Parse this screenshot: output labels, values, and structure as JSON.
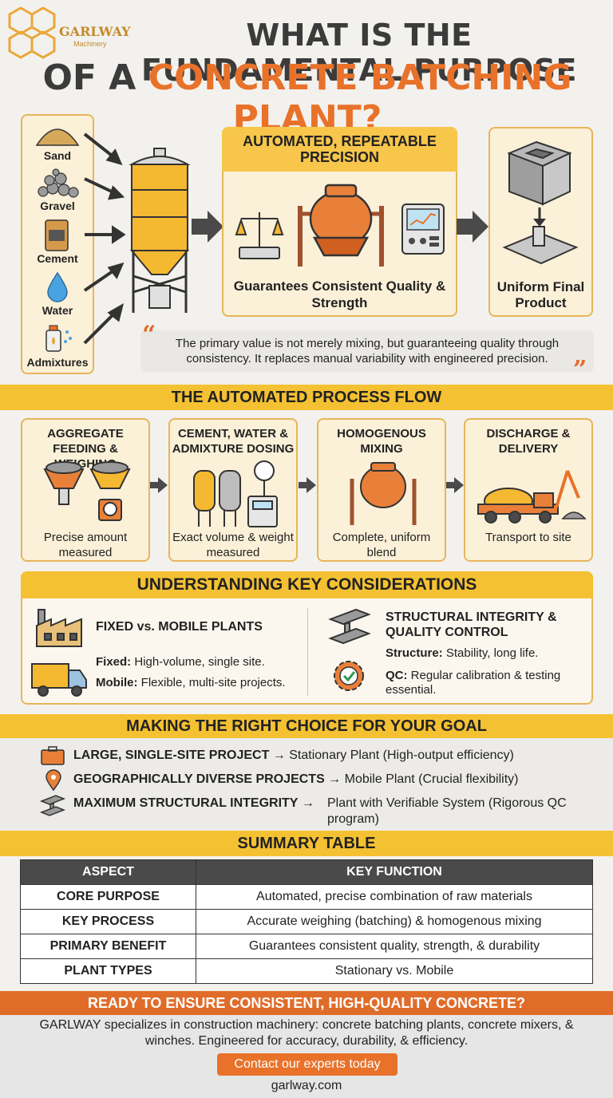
{
  "brand": {
    "name": "GARLWAY",
    "sub": "Machinery"
  },
  "title": {
    "line1": "WHAT IS THE FUNDAMENTAL PURPOSE",
    "line2a": "OF A",
    "line2b": "CONCRETE BATCHING PLANT?"
  },
  "inputs": [
    "Sand",
    "Gravel",
    "Cement",
    "Water",
    "Admixtures"
  ],
  "automated": {
    "heading": "AUTOMATED, REPEATABLE PRECISION",
    "caption": "Guarantees Consistent Quality & Strength"
  },
  "final": {
    "caption": "Uniform Final Product"
  },
  "quote": "The primary value is not merely mixing, but guaranteeing quality through consistency. It replaces manual variability with engineered precision.",
  "process": {
    "heading": "THE AUTOMATED PROCESS FLOW",
    "steps": [
      {
        "title": "AGGREGATE FEEDING & WEIGHING",
        "caption": "Precise amount measured"
      },
      {
        "title": "CEMENT, WATER & ADMIXTURE DOSING",
        "caption": "Exact volume & weight measured"
      },
      {
        "title": "HOMOGENOUS MIXING",
        "caption": "Complete, uniform blend"
      },
      {
        "title": "DISCHARGE & DELIVERY",
        "caption": "Transport to site"
      }
    ]
  },
  "considerations": {
    "heading": "UNDERSTANDING KEY CONSIDERATIONS",
    "left_title": "FIXED vs. MOBILE PLANTS",
    "fixed_label": "Fixed:",
    "fixed_text": "High-volume, single site.",
    "mobile_label": "Mobile:",
    "mobile_text": "Flexible, multi-site projects.",
    "right_title": "STRUCTURAL INTEGRITY & QUALITY CONTROL",
    "structure_label": "Structure:",
    "structure_text": "Stability, long life.",
    "qc_label": "QC:",
    "qc_text": "Regular calibration & testing essential."
  },
  "choice": {
    "heading": "MAKING THE RIGHT CHOICE FOR YOUR GOAL",
    "items": [
      {
        "goal": "LARGE, SINGLE-SITE PROJECT",
        "result": "Stationary Plant (High-output efficiency)"
      },
      {
        "goal": "GEOGRAPHICALLY DIVERSE PROJECTS",
        "result": "Mobile Plant (Crucial flexibility)"
      },
      {
        "goal": "MAXIMUM STRUCTURAL INTEGRITY",
        "result": "Plant with Verifiable System (Rigorous QC program)"
      }
    ]
  },
  "summary": {
    "heading": "SUMMARY TABLE",
    "columns": [
      "ASPECT",
      "KEY FUNCTION"
    ],
    "rows": [
      [
        "CORE PURPOSE",
        "Automated, precise combination of raw materials"
      ],
      [
        "KEY PROCESS",
        "Accurate weighing (batching) & homogenous mixing"
      ],
      [
        "PRIMARY BENEFIT",
        "Guarantees consistent quality, strength, & durability"
      ],
      [
        "PLANT TYPES",
        "Stationary vs. Mobile"
      ]
    ]
  },
  "cta": {
    "heading": "READY TO ENSURE CONSISTENT, HIGH-QUALITY CONCRETE?",
    "text": "GARLWAY specializes in construction machinery: concrete batching plants, concrete mixers, & winches. Engineered for accuracy, durability, & efficiency.",
    "button": "Contact our experts today",
    "url": "garlway.com"
  },
  "colors": {
    "accent": "#f4c132",
    "orange": "#e8722a",
    "panel": "#fbf0d8"
  }
}
